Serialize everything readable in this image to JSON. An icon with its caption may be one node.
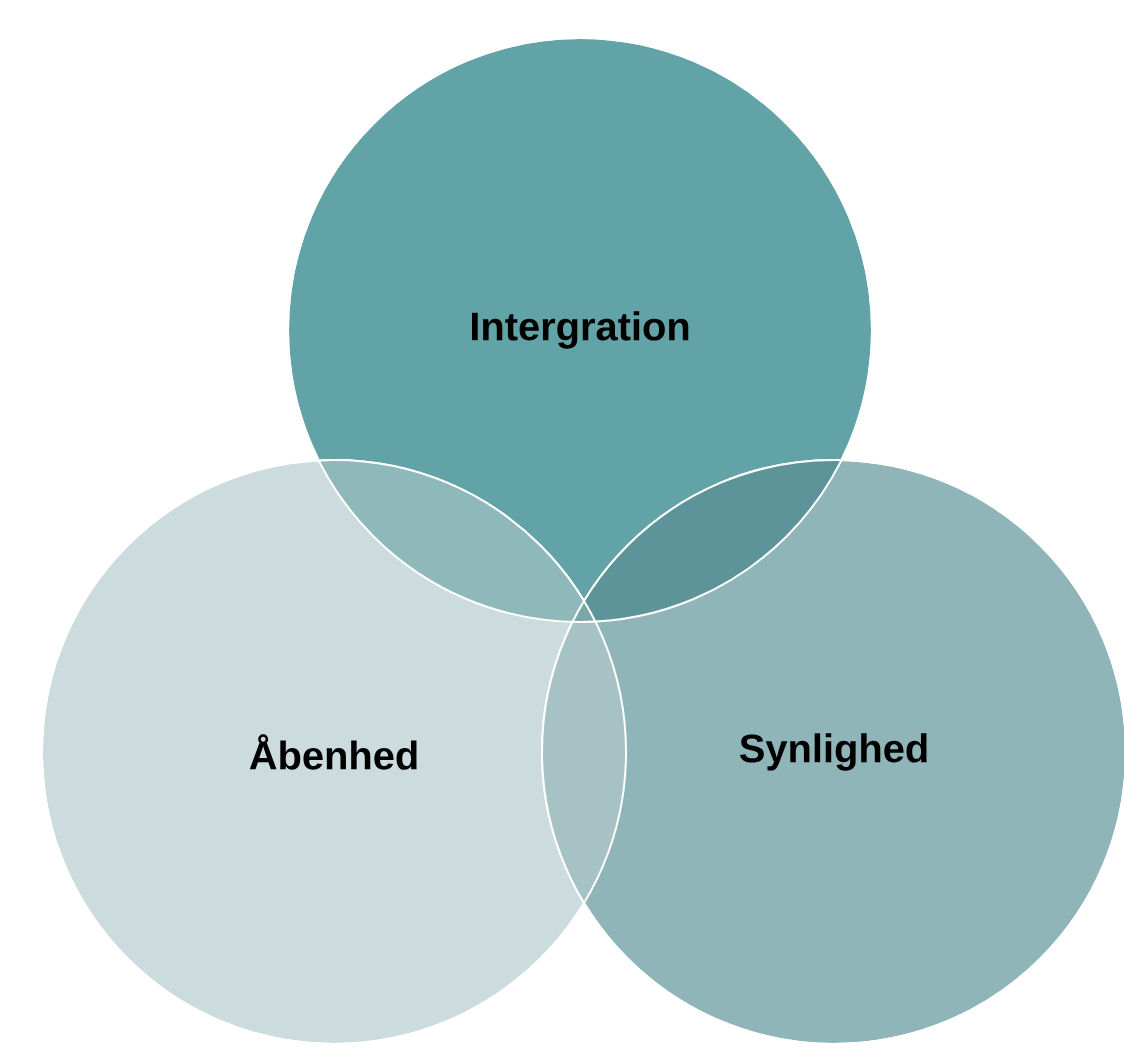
{
  "diagram": {
    "nodes": [
      {
        "text": [
          "Intergration"
        ]
      },
      {
        "text": [
          "Åbenhed"
        ]
      },
      {
        "text": [
          "Synlighed"
        ]
      }
    ]
  }
}
